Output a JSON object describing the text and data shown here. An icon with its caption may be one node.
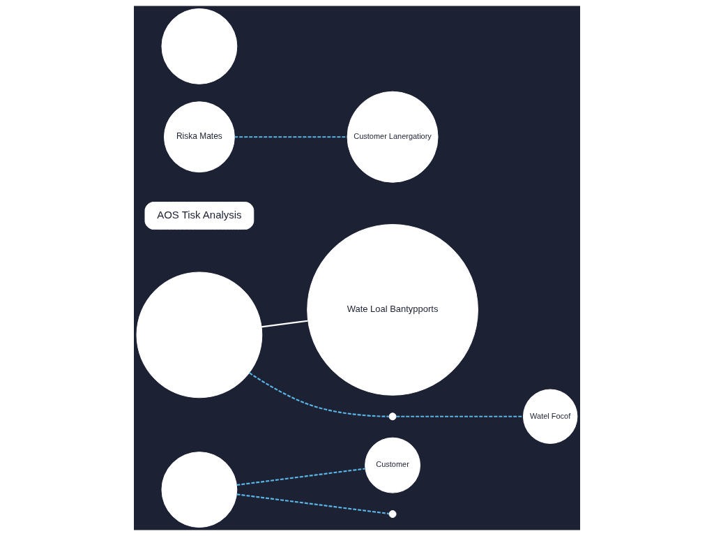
{
  "diagram": {
    "nodes": [
      {
        "text": [],
        "shape": "circle"
      },
      {
        "text": [
          "Riska Mates"
        ]
      },
      {
        "text": [
          "Customer Lanergatiory"
        ]
      },
      {
        "text": [],
        "shape": "circle"
      },
      {
        "text": [],
        "shape": "circle"
      },
      {
        "text": [
          "Watel Focof"
        ]
      },
      {
        "text": [
          "AOS Tisk Analysis"
        ]
      },
      {
        "text": [
          "Wate Loal Bantypports"
        ]
      },
      {
        "text": [],
        "shape": "circle"
      },
      {
        "text": [],
        "shape": "circle"
      },
      {
        "text": [
          "Customer"
        ]
      }
    ],
    "edges": [
      {
        "from": 1,
        "to": 2,
        "arrow": "none",
        "style": "dashed"
      },
      {
        "from": 3,
        "to": 4,
        "arrow": "none",
        "style": "dashed"
      },
      {
        "from": 4,
        "to": 5,
        "arrow": "none",
        "style": "dashed"
      },
      {
        "from": 3,
        "to": 7,
        "arrow": "none",
        "color": "#ffffff"
      },
      {
        "from": 8,
        "to": 9,
        "arrow": "none",
        "style": "dashed"
      },
      {
        "from": 8,
        "to": 10,
        "arrow": "none",
        "style": "dashed"
      }
    ]
  }
}
